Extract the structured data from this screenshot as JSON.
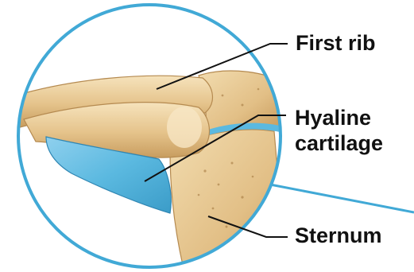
{
  "labels": {
    "first_rib": "First rib",
    "hyaline_line1": "Hyaline",
    "hyaline_line2": "cartilage",
    "sternum": "Sternum"
  },
  "colors": {
    "lens_ring": "#41a9d6",
    "bone": "#e6c48c",
    "bone_light": "#f4dfb5",
    "bone_shadow": "#b98c52",
    "cartilage": "#5bb9e0",
    "leader_line": "#111111",
    "text": "#111111"
  }
}
